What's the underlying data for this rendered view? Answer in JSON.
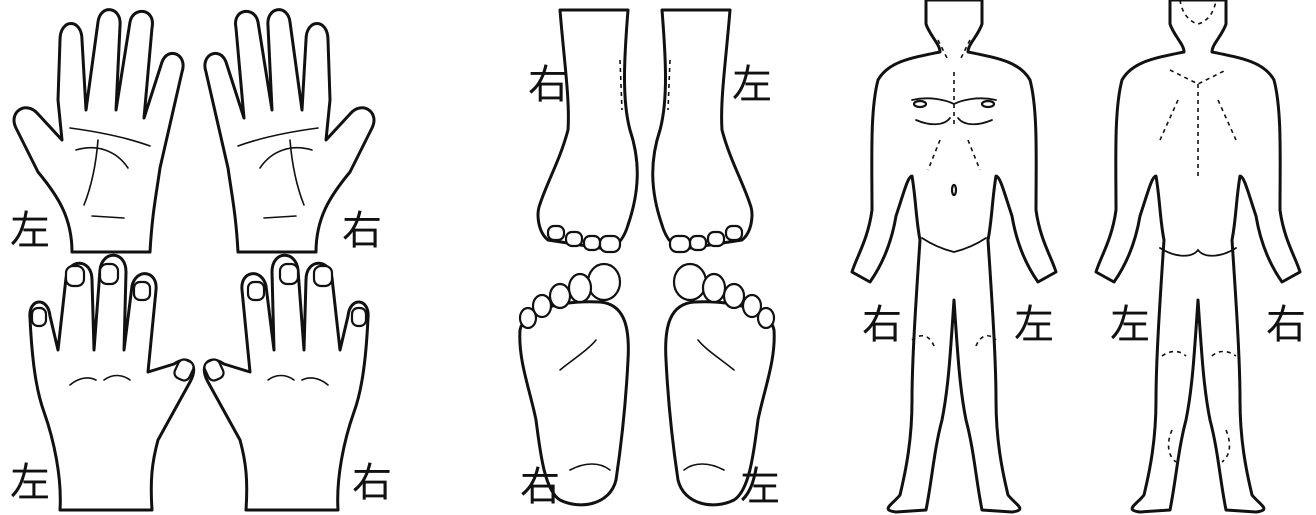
{
  "labels": {
    "palm_left": "左",
    "palm_right": "右",
    "back_left": "左",
    "back_right": "右",
    "foot_top_right": "右",
    "foot_top_left": "左",
    "sole_right": "右",
    "sole_left": "左",
    "body_front_right": "右",
    "body_front_left": "左",
    "body_back_left": "左",
    "body_back_right": "右"
  },
  "colors": {
    "line": "#111111",
    "background": "#ffffff"
  }
}
